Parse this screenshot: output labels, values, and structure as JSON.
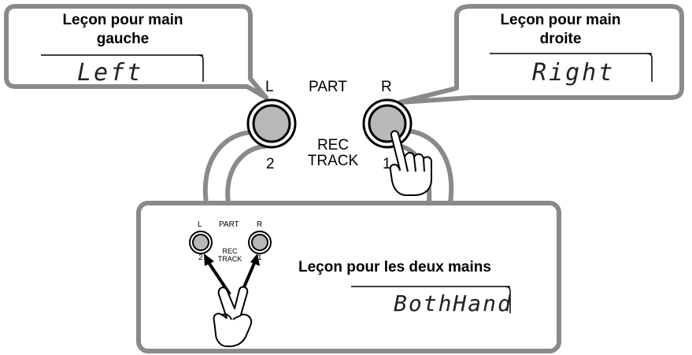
{
  "callout_left": {
    "title": "Leçon pour main gauche",
    "display": "Left"
  },
  "callout_right": {
    "title": "Leçon pour main droite",
    "display": "Right"
  },
  "panel": {
    "left_label": "L",
    "part_label": "PART",
    "right_label": "R",
    "rec_label": "REC",
    "track_label": "TRACK",
    "track_left_num": "2",
    "track_right_num": "1"
  },
  "callout_bottom": {
    "title": "Leçon pour les deux mains",
    "display": "BothHand",
    "mini_panel": {
      "left_label": "L",
      "part_label": "PART",
      "right_label": "R",
      "rec_label": "REC",
      "track_label": "TRACK",
      "track_left_num": "2",
      "track_right_num": "1"
    }
  },
  "colors": {
    "box_stroke": "#8a8a8a",
    "button_fill": "#b8b8b8",
    "background": "#ffffff"
  }
}
